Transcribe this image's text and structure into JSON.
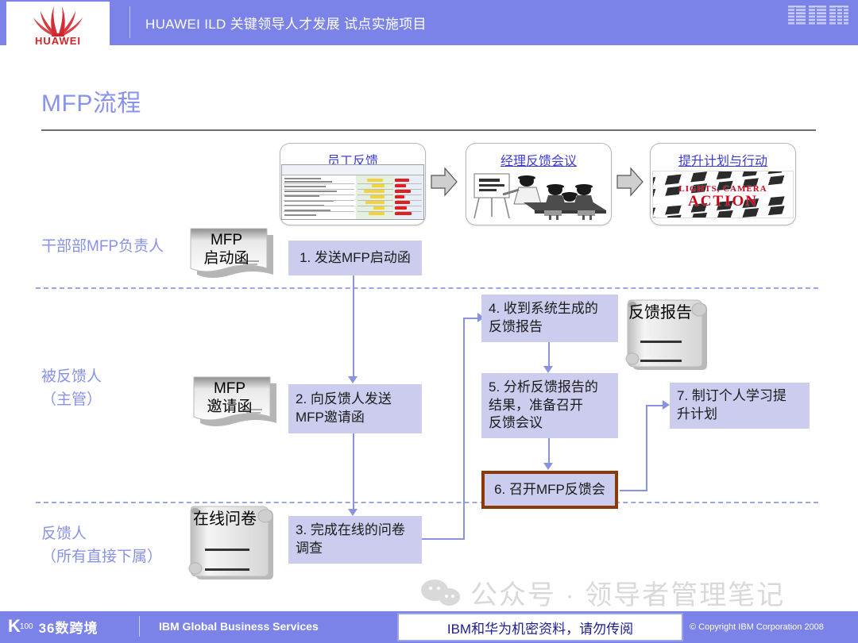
{
  "header": {
    "brand_left": "HUAWEI",
    "title": "HUAWEI ILD 关键领导人才发展 试点实施项目",
    "brand_right": "IBM",
    "bg_color": "#7b83e8"
  },
  "slide": {
    "title": "MFP流程",
    "title_color": "#8892e8"
  },
  "top_stages": [
    {
      "label": "员工反馈",
      "art": "feedback-table-thumbnail"
    },
    {
      "label": "经理反馈会议",
      "art": "meeting-clipart"
    },
    {
      "label": "提升计划与行动",
      "art": "action-clapperboard"
    }
  ],
  "stage_arrows": [
    {
      "name": "stage-arrow-1",
      "icon": "right-arrow-icon"
    },
    {
      "name": "stage-arrow-2",
      "icon": "right-arrow-icon"
    }
  ],
  "clapper": {
    "line1": "LIGHTS, CAMERA",
    "line2": "ACTION"
  },
  "lanes": [
    {
      "id": "lane-owner",
      "label_line1": "干部部MFP负责人",
      "label_line2": ""
    },
    {
      "id": "lane-subject",
      "label_line1": "被反馈人",
      "label_line2": "（主管）"
    },
    {
      "id": "lane-rater",
      "label_line1": "反馈人",
      "label_line2": "（所有直接下属）"
    }
  ],
  "documents": [
    {
      "id": "doc-mfp-kickoff",
      "text": "MFP\n启动函",
      "shape": "paper-stack"
    },
    {
      "id": "doc-mfp-invitation",
      "text": "MFP\n邀请函",
      "shape": "paper-stack"
    },
    {
      "id": "doc-feedback-report",
      "text": "反馈报告",
      "shape": "scroll"
    },
    {
      "id": "doc-online-survey",
      "text": "在线问卷",
      "shape": "scroll"
    }
  ],
  "process_boxes": [
    {
      "id": "step-1",
      "number": "1.",
      "text": "1. 发送MFP启动函",
      "highlighted": false
    },
    {
      "id": "step-2",
      "number": "2.",
      "text": "2. 向反馈人发送\n    MFP邀请函",
      "highlighted": false
    },
    {
      "id": "step-3",
      "number": "3.",
      "text": "3. 完成在线的问卷\n    调查",
      "highlighted": false
    },
    {
      "id": "step-4",
      "number": "4.",
      "text": "4. 收到系统生成的\n    反馈报告",
      "highlighted": false
    },
    {
      "id": "step-5",
      "number": "5.",
      "text": "5. 分析反馈报告的\n    结果，准备召开\n    反馈会议",
      "highlighted": false
    },
    {
      "id": "step-6",
      "number": "6.",
      "text": "6. 召开MFP反馈会",
      "highlighted": true
    },
    {
      "id": "step-7",
      "number": "7.",
      "text": "7. 制订个人学习提\n    升计划",
      "highlighted": false
    }
  ],
  "colors": {
    "box_fill": "#ccccee",
    "box_highlight_border": "#8a3a06",
    "connector": "#8a93e0",
    "lane_divider": "#9ba6e6",
    "stage_label": "#3b3bd0"
  },
  "watermark": {
    "text": "公众号 · 领导者管理笔记",
    "icon": "wechat-bubbles-icon"
  },
  "footer": {
    "logo_mark": "K",
    "logo_sup": "100",
    "logo_name": "36数跨境",
    "service_line": "IBM Global Business Services",
    "confidential": "IBM和华为机密资料，请勿传阅",
    "copyright": "© Copyright IBM Corporation 2008"
  }
}
